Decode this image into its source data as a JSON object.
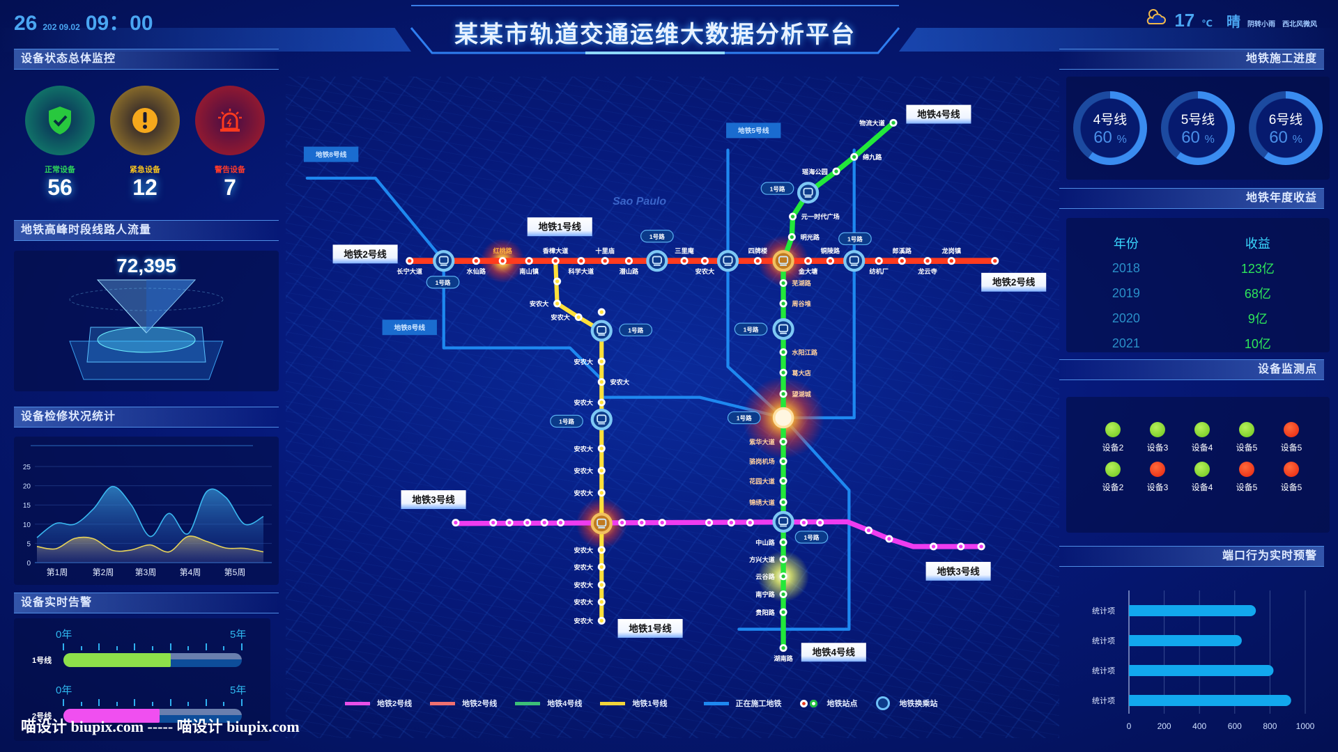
{
  "header": {
    "title": "某某市轨道交通运维大数据分析平台",
    "day": "26",
    "date": "202 09.02",
    "time": "09：00"
  },
  "weather": {
    "icon": "partly-cloudy-icon",
    "temp": "17",
    "unit": "℃",
    "cond": "晴",
    "desc": "阴转小雨",
    "wind": "西北风微风"
  },
  "left": {
    "status": {
      "title": "设备状态总体监控",
      "items": [
        {
          "label": "正常设备",
          "value": "56",
          "color": "#1ec25a"
        },
        {
          "label": "紧急设备",
          "value": "12",
          "color": "#f2b621"
        },
        {
          "label": "警告设备",
          "value": "7",
          "color": "#f0302a"
        }
      ]
    },
    "flow": {
      "title": "地铁高峰时段线路人流量",
      "value": "72,395"
    },
    "repair": {
      "title": "设备检修状况统计"
    },
    "alert": {
      "title": "设备实时告警",
      "rows": [
        {
          "label": "1号线",
          "start": "0年",
          "end": "5年",
          "progress": 0.6,
          "color": "#8ee04a"
        },
        {
          "label": "2号线",
          "start": "0年",
          "end": "5年",
          "progress": 0.54,
          "color": "#f04ff0"
        }
      ]
    }
  },
  "chart_data": [
    {
      "type": "area",
      "title": "设备检修状况统计",
      "categories": [
        "第1周",
        "第2周",
        "第3周",
        "第4周",
        "第5周"
      ],
      "ylim": [
        0,
        25
      ],
      "yticks": [
        0,
        5,
        10,
        15,
        20,
        25
      ],
      "series": [
        {
          "name": "series1",
          "color": "#3ab8f0",
          "values": [
            6.5,
            10.2,
            10,
            14,
            19.8,
            15,
            6.8,
            12.8,
            7.5,
            18.5,
            17,
            10,
            12
          ]
        },
        {
          "name": "series2",
          "color": "#e8d45a",
          "values": [
            4.2,
            3.6,
            6.3,
            6.2,
            3.2,
            3.3,
            4.6,
            2.8,
            6.8,
            5.5,
            3.8,
            3.7,
            2.8
          ]
        }
      ]
    },
    {
      "type": "bar",
      "title": "端口行为实时预警",
      "orientation": "horizontal",
      "categories": [
        "统计项",
        "统计项",
        "统计项",
        "统计项"
      ],
      "values": [
        720,
        640,
        820,
        920
      ],
      "xlim": [
        0,
        1000
      ],
      "xticks": [
        0,
        200,
        400,
        600,
        800,
        1000
      ]
    }
  ],
  "right": {
    "progress": {
      "title": "地铁施工进度",
      "rings": [
        {
          "name": "4号线",
          "value": "60",
          "pct": 0.6
        },
        {
          "name": "5号线",
          "value": "60",
          "pct": 0.6
        },
        {
          "name": "6号线",
          "value": "60",
          "pct": 0.6
        }
      ],
      "unit": "%"
    },
    "revenue": {
      "title": "地铁年度收益",
      "headers": [
        "年份",
        "收益"
      ],
      "rows": [
        [
          "2018",
          "123亿"
        ],
        [
          "2019",
          "68亿"
        ],
        [
          "2020",
          "9亿"
        ],
        [
          "2021",
          "10亿"
        ]
      ]
    },
    "monitor": {
      "title": "设备监测点",
      "points": [
        {
          "name": "设备2",
          "ok": true
        },
        {
          "name": "设备3",
          "ok": true
        },
        {
          "name": "设备4",
          "ok": true
        },
        {
          "name": "设备5",
          "ok": true
        },
        {
          "name": "设备5",
          "ok": false
        },
        {
          "name": "设备2",
          "ok": true
        },
        {
          "name": "设备3",
          "ok": false
        },
        {
          "name": "设备4",
          "ok": true
        },
        {
          "name": "设备5",
          "ok": false
        },
        {
          "name": "设备5",
          "ok": false
        }
      ]
    },
    "port": {
      "title": "端口行为实时预警"
    }
  },
  "map": {
    "city": "Sao Paulo",
    "line_tags": {
      "l8": "地铁8号线",
      "l5": "地铁5号线",
      "l4": "地铁4号线",
      "l2": "地铁2号线",
      "l1": "地铁1号线",
      "l3": "地铁3号线"
    },
    "pill": "1号路",
    "l2_stations": [
      "长宁大道",
      "水仙路",
      "红桃路",
      "南山镇",
      "香樟大道",
      "科学大道",
      "十里庙",
      "潜山路",
      "三里庵",
      "安农大",
      "四牌楼",
      "金大塘",
      "铜陵路",
      "纺机厂",
      "郎溪路",
      "龙云寺",
      "龙岗镇"
    ],
    "l4_stations": [
      "物流大道",
      "绵九路",
      "瑶海公园",
      "元一时代广场",
      "明光路",
      "芜湖路",
      "周谷堆",
      "水阳江路",
      "葛大店",
      "望湖城",
      "紫华大道",
      "骆岗机场",
      "花园大道",
      "锦绣大道",
      "中山路",
      "方兴大道",
      "云谷路",
      "南宁路",
      "贵阳路",
      "湖南路"
    ],
    "l1_station": "安农大",
    "colors": {
      "l2": "#ff3b1e",
      "l1": "#ffe03a",
      "l4": "#22e83a",
      "l3": "#ef3cf0",
      "build": "#1e88f0"
    }
  },
  "legend": [
    {
      "label": "地铁2号线",
      "color": "#e84fe8"
    },
    {
      "label": "地铁2号线",
      "color": "#f07070"
    },
    {
      "label": "地铁4号线",
      "color": "#3cbf78"
    },
    {
      "label": "地铁1号线",
      "color": "#f2d43a"
    },
    {
      "label": "正在施工地铁",
      "color": "#1e88f0"
    },
    {
      "label": "地铁站点"
    },
    {
      "label": "地铁换乘站"
    }
  ],
  "watermark": "喵设计 biupix.com ----- 喵设计 biupix.com"
}
